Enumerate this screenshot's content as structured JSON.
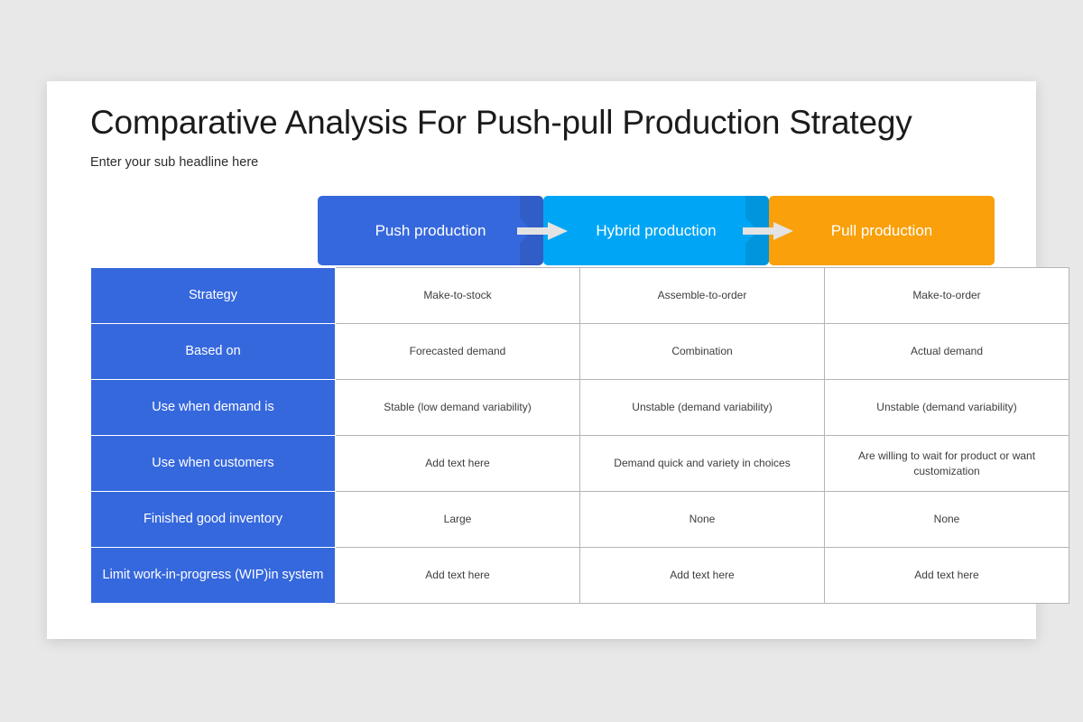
{
  "slide": {
    "title": "Comparative Analysis For Push-pull Production Strategy",
    "subtitle": "Enter your sub headline here"
  },
  "colors": {
    "background": "#e8e8e8",
    "slide": "#ffffff",
    "push": "#3668dd",
    "hybrid": "#00a6f5",
    "pull": "#f9a00b",
    "arrow": "#e3e3e3",
    "row_header": "#3668dd",
    "border": "#b5b5b5",
    "title_text": "#1b1b1b",
    "cell_text": "#3d3d3d"
  },
  "header": {
    "blocks": [
      {
        "label": "Push production",
        "color": "#3668dd"
      },
      {
        "label": "Hybrid production",
        "color": "#00a6f5"
      },
      {
        "label": "Pull production",
        "color": "#f9a00b"
      }
    ],
    "arrows": [
      {
        "name": "arrow-push-to-hybrid"
      },
      {
        "name": "arrow-hybrid-to-pull"
      }
    ]
  },
  "table": {
    "columns": [
      "",
      "Push production",
      "Hybrid production",
      "Pull production"
    ],
    "rows": [
      {
        "label": "Strategy",
        "cells": [
          "Make-to-stock",
          "Assemble-to-order",
          "Make-to-order"
        ]
      },
      {
        "label": "Based on",
        "cells": [
          "Forecasted demand",
          "Combination",
          "Actual demand"
        ]
      },
      {
        "label": "Use when demand is",
        "cells": [
          "Stable (low demand variability)",
          "Unstable (demand variability)",
          "Unstable (demand variability)"
        ]
      },
      {
        "label": "Use when customers",
        "cells": [
          "Add text here",
          "Demand quick and variety in choices",
          "Are willing to wait for product or want customization"
        ]
      },
      {
        "label": "Finished good inventory",
        "cells": [
          "Large",
          "None",
          "None"
        ]
      },
      {
        "label": "Limit work-in-progress (WIP)in system",
        "cells": [
          "Add text here",
          "Add text here",
          "Add text here"
        ]
      }
    ]
  }
}
